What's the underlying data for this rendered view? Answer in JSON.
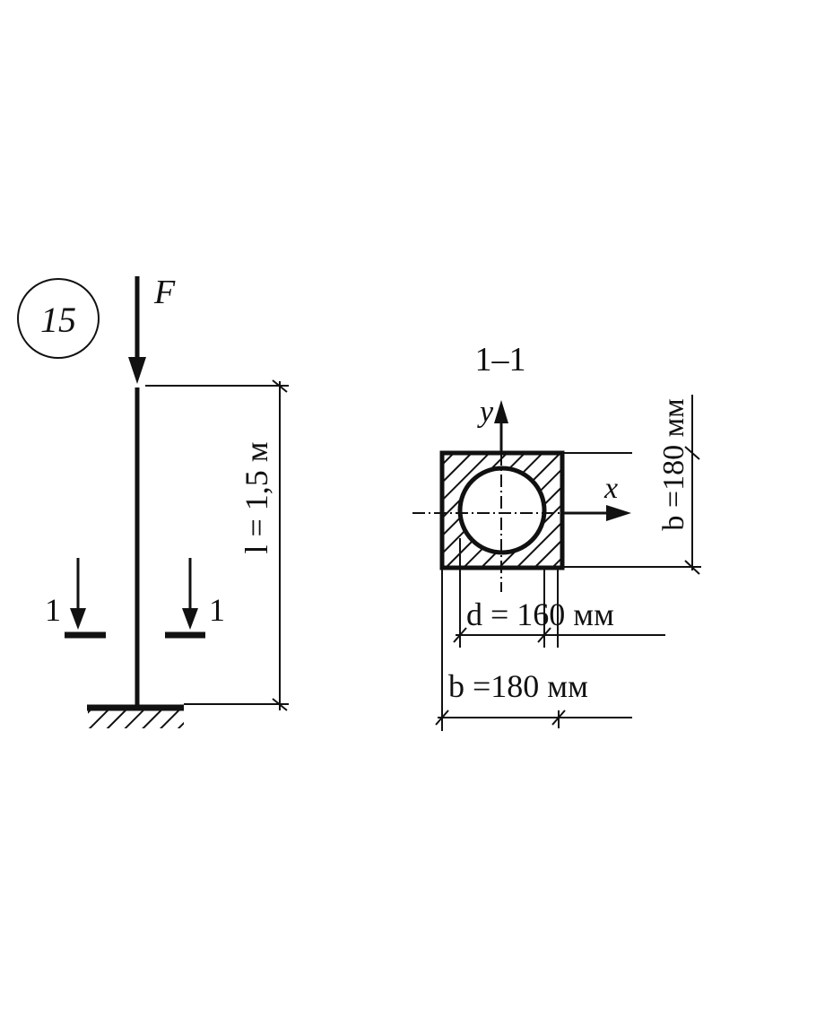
{
  "problem_number": "15",
  "force_label": "F",
  "length_label": "l = 1,5 м",
  "section_mark_left": "1",
  "section_mark_right": "1",
  "section_title": "1–1",
  "axis_y": "y",
  "axis_x": "x",
  "dim_d": "d = 160 мм",
  "dim_b_horizontal": "b =180 мм",
  "dim_b_vertical": "b =180 мм",
  "colors": {
    "ink": "#111111",
    "background": "#ffffff"
  }
}
